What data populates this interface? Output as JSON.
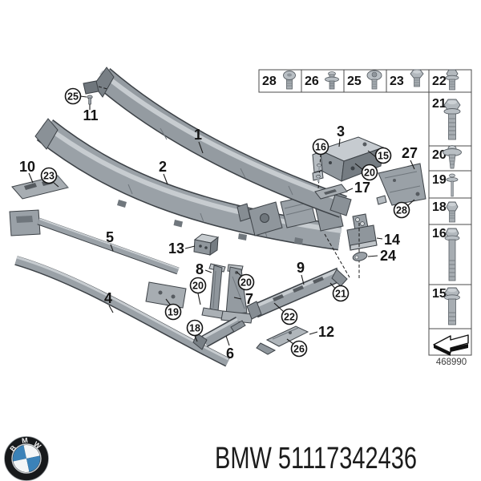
{
  "diagram": {
    "drawing_number": "468990",
    "part_labels": {
      "p1": "1",
      "p2": "2",
      "p3": "3",
      "p4": "4",
      "p5": "5",
      "p6": "6",
      "p7": "7",
      "p8": "8",
      "p9": "9",
      "p10": "10",
      "p11": "11",
      "p12": "12",
      "p13": "13",
      "p14": "14",
      "p17": "17",
      "p24": "24",
      "p27": "27"
    },
    "fastener_callouts": {
      "c25": "25",
      "c23": "23",
      "c16": "16",
      "c15": "15",
      "c20_near_3": "20",
      "c28": "28",
      "c20_near_8": "20",
      "c20_near_7": "20",
      "c19": "19",
      "c18": "18",
      "c21": "21",
      "c22": "22",
      "c26": "26"
    },
    "fastener_table": {
      "top_row": {
        "f28": "28",
        "f26": "26",
        "f25": "25",
        "f23": "23",
        "f22": "22"
      },
      "right_column": {
        "f21": "21",
        "f20": "20",
        "f19": "19",
        "f18": "18",
        "f16": "16",
        "f15": "15"
      },
      "icons": {
        "f28": "pan-head-screw-icon",
        "f26": "expanding-rivet-icon",
        "f25": "washer-screw-icon",
        "f23": "hex-bolt-short-icon",
        "f22": "hex-flange-bolt-icon",
        "f21": "hex-flange-bolt-large-icon",
        "f20": "washer-cone-screw-icon",
        "f19": "thin-long-screw-icon",
        "f18": "hex-bolt-icon",
        "f16": "hex-bolt-long-icon",
        "f15": "hex-flange-bolt-icon",
        "arrow": "direction-of-travel-arrow-icon"
      }
    }
  },
  "footer": {
    "caption": "BMW 51117342436",
    "logo_letters": [
      "B",
      "M",
      "W"
    ]
  },
  "colors": {
    "part_gray": "#949ba1",
    "part_gray_light": "#c7ccd0",
    "part_gray_dark": "#787f85",
    "outline": "#3d4247",
    "logo_blue": "#3b82b8",
    "caption_color": "#1c1c1c"
  }
}
